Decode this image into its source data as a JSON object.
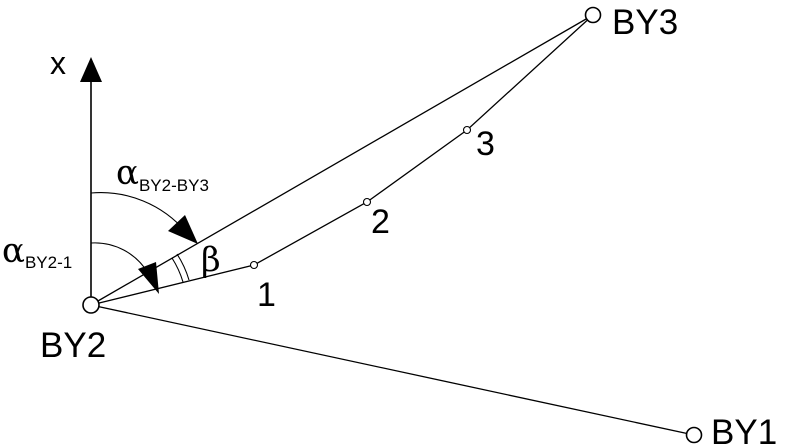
{
  "diagram": {
    "stations": {
      "by1": "BY1",
      "by2": "BY2",
      "by3": "BY3"
    },
    "points": [
      "1",
      "2",
      "3"
    ],
    "axis_label": "x",
    "angle_by2_by3": {
      "symbol": "α",
      "subscript": "BY2-BY3"
    },
    "angle_by2_1": {
      "symbol": "α",
      "subscript": "BY2-1"
    },
    "angle_beta": "β"
  }
}
